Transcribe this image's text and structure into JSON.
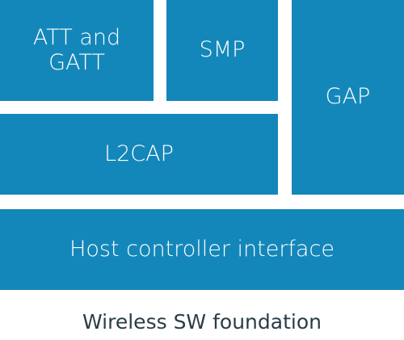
{
  "blocks": {
    "att_gatt": {
      "line1": "ATT and",
      "line2": "GATT"
    },
    "smp": "SMP",
    "gap": "GAP",
    "l2cap": "L2CAP",
    "hci": "Host controller interface"
  },
  "caption": "Wireless SW foundation",
  "colors": {
    "block_fill": "#1487ba",
    "block_text": "#ffffff",
    "caption_text": "#2a3d47",
    "background": "#ffffff"
  }
}
